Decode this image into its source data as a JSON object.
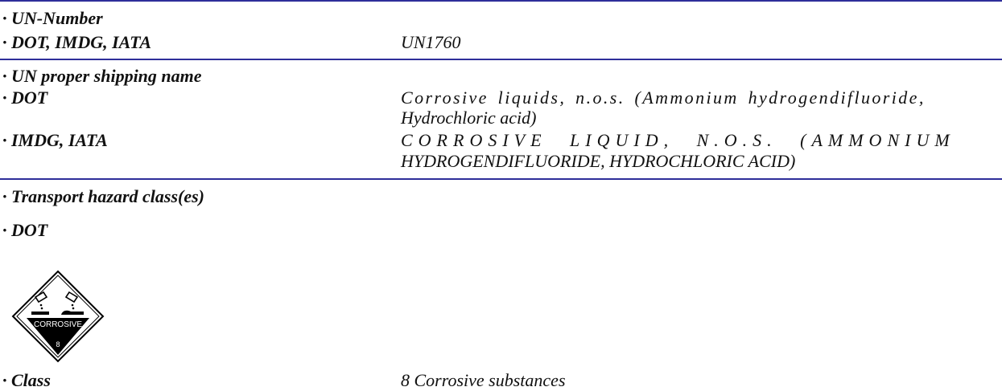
{
  "un_number": {
    "heading": "· UN-Number",
    "row_label": "· DOT, IMDG, IATA",
    "value": "UN1760"
  },
  "shipping_name": {
    "heading": "· UN proper shipping name",
    "dot_label": "· DOT",
    "dot_value_line1": "Corrosive liquids, n.o.s. (Ammonium hydrogendifluoride,",
    "dot_value_line2": "Hydrochloric acid)",
    "imdg_label": "· IMDG, IATA",
    "imdg_value_line1": "CORROSIVE LIQUID, N.O.S. (AMMONIUM",
    "imdg_value_line2": "HYDROGENDIFLUORIDE, HYDROCHLORIC ACID)"
  },
  "hazard_class": {
    "heading": "· Transport hazard class(es)",
    "dot_label": "· DOT",
    "placard_text": "CORROSIVE",
    "placard_number": "8",
    "class_label": "· Class",
    "class_value": "8 Corrosive substances"
  },
  "colors": {
    "rule": "#2e2e9a",
    "text": "#111111",
    "placard_black": "#000000"
  }
}
